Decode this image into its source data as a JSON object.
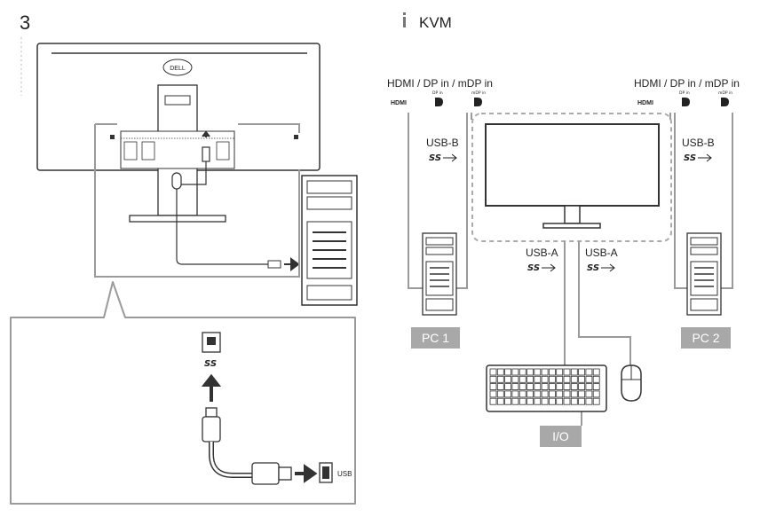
{
  "step_number": "3",
  "section": {
    "icon": "info-icon",
    "title": "KVM"
  },
  "left": {
    "monitor_brand": "DELL",
    "zoom_port_caption": "USB",
    "ss_label": "SS"
  },
  "kvm": {
    "left_inputs_label": "HDMI / DP in / mDP in",
    "right_inputs_label": "HDMI / DP in / mDP in",
    "hdmi_logo": "HDMI",
    "dp_in_small": "DP in",
    "mdp_in_small": "mDP in",
    "usb_b_left": "USB-B",
    "usb_b_right": "USB-B",
    "usb_a_left": "USB-A",
    "usb_a_right": "USB-A",
    "ss_logo": "SS",
    "pc1_label": "PC 1",
    "pc2_label": "PC 2",
    "io_label": "I/O"
  },
  "colors": {
    "line": "#333333",
    "frame": "#9a9a9a",
    "label_bg": "#a8a8a8",
    "dashed": "#aaaaaa"
  }
}
